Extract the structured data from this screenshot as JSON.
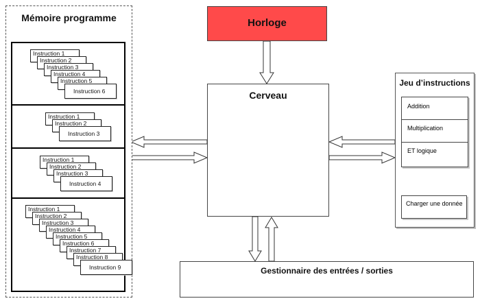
{
  "memory": {
    "title": "Mémoire programme",
    "groups": [
      {
        "instructions": [
          "Instruction 1",
          "Instruction 2",
          "Instruction 3",
          "Instruction 4",
          "Instruction 5",
          "Instruction 6"
        ]
      },
      {
        "instructions": [
          "Instruction 1",
          "Instruction 2",
          "Instruction 3"
        ]
      },
      {
        "instructions": [
          "Instruction 1",
          "Instruction 2",
          "Instruction 3",
          "Instruction 4"
        ]
      },
      {
        "instructions": [
          "Instruction 1",
          "Instruction 2",
          "Instruction 3",
          "Instruction 4",
          "Instruction 5",
          "Instruction 6",
          "Instruction 7",
          "Instruction 8",
          "Instruction 9"
        ]
      }
    ]
  },
  "clock": {
    "label": "Horloge",
    "color": "#ff4a4a"
  },
  "brain": {
    "label": "Cerveau"
  },
  "instruction_set": {
    "title": "Jeu d’instructions",
    "items": [
      "Addition",
      "Multiplication",
      "ET logique"
    ],
    "last_item": "Charger une donnée",
    "ellipsis_color": "#1f3b66"
  },
  "io": {
    "label": "Gestionnaire des entrées / sorties"
  }
}
